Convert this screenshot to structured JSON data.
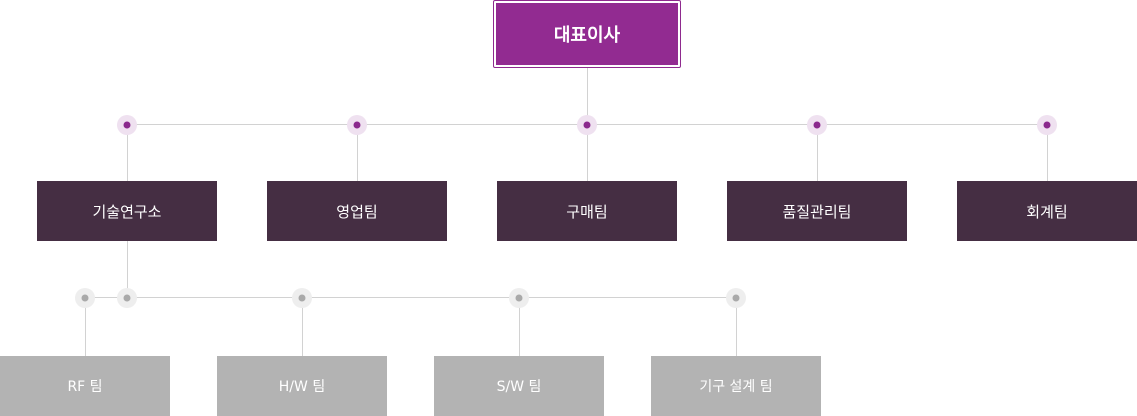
{
  "ceo": {
    "label": "대표이사"
  },
  "teams": [
    {
      "label": "기술연구소"
    },
    {
      "label": "영업팀"
    },
    {
      "label": "구매팀"
    },
    {
      "label": "품질관리팀"
    },
    {
      "label": "회계팀"
    }
  ],
  "subteams": [
    {
      "label": "RF 팀"
    },
    {
      "label": "H/W 팀"
    },
    {
      "label": "S/W 팀"
    },
    {
      "label": "기구 설계 팀"
    }
  ],
  "colors": {
    "ceo": "#922b91",
    "team": "#452e43",
    "subteam": "#b3b3b3",
    "line": "#d2d2d2",
    "dot_primary": "#8b2a8d",
    "dot_secondary": "#a9a9a9"
  }
}
